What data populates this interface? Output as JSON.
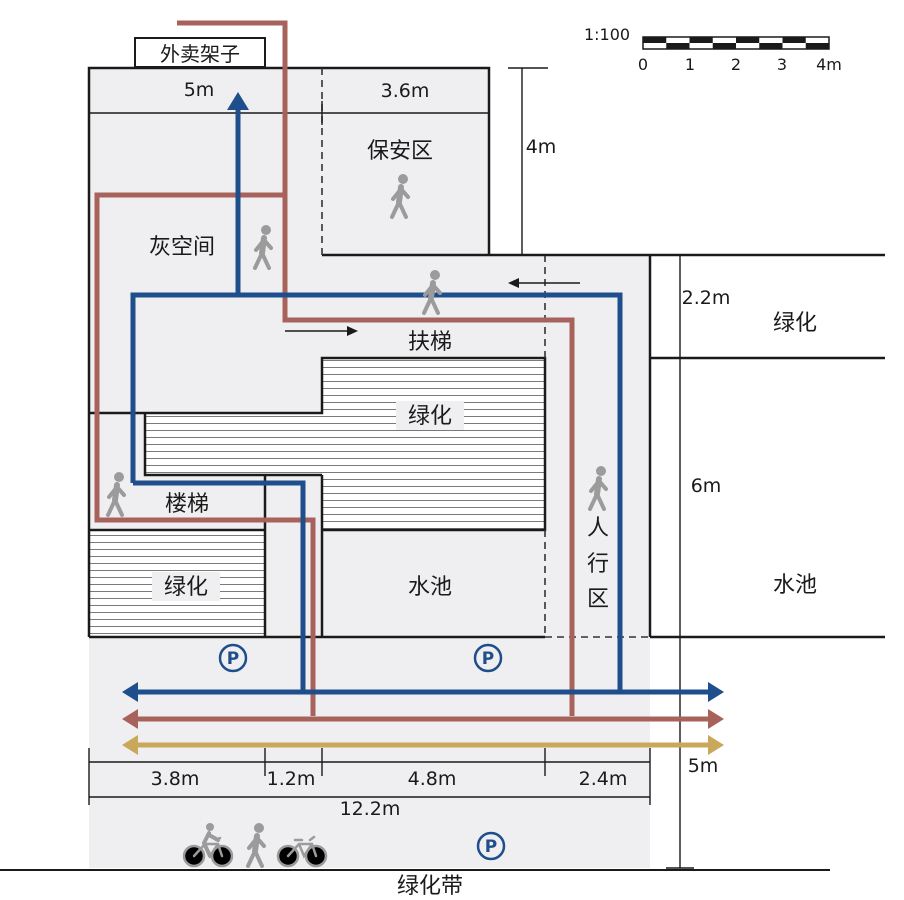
{
  "scale": {
    "ratio": "1:100",
    "tick_labels": [
      "0",
      "1",
      "2",
      "3",
      "4m"
    ]
  },
  "labels": {
    "takeout_rack": "外卖架子",
    "security_zone": "保安区",
    "gray_space": "灰空间",
    "escalator": "扶梯",
    "greenery_center": "绿化",
    "greenery_east": "绿化",
    "greenery_west": "绿化",
    "stairs": "楼梯",
    "pedestrian_zone": [
      "人",
      "行",
      "区"
    ],
    "pool_center": "水池",
    "pool_east": "水池",
    "green_belt": "绿化带"
  },
  "dimensions": {
    "top_west_span": "5m",
    "top_east_span": "3.6m",
    "security_depth": "4m",
    "greenery_depth": "2.2m",
    "pool_depth": "6m",
    "street_depth": "5m",
    "segment_a": "3.8m",
    "segment_b": "1.2m",
    "segment_c": "4.8m",
    "segment_d": "2.4m",
    "total_frontage": "12.2m"
  },
  "parking_symbol": "P",
  "icons": {
    "pedestrian": "pedestrian-icon",
    "bicycle": "bicycle-icon",
    "cyclist": "cyclist-icon",
    "parking": "parking-icon",
    "direction_arrow": "arrow-icon"
  },
  "colors": {
    "blue_route": "#1f4e8c",
    "red_route": "#a8625c",
    "yellow_route": "#c9a85b",
    "floor_fill": "#efeff1",
    "pedestrian_gray": "#9b9b9b"
  }
}
